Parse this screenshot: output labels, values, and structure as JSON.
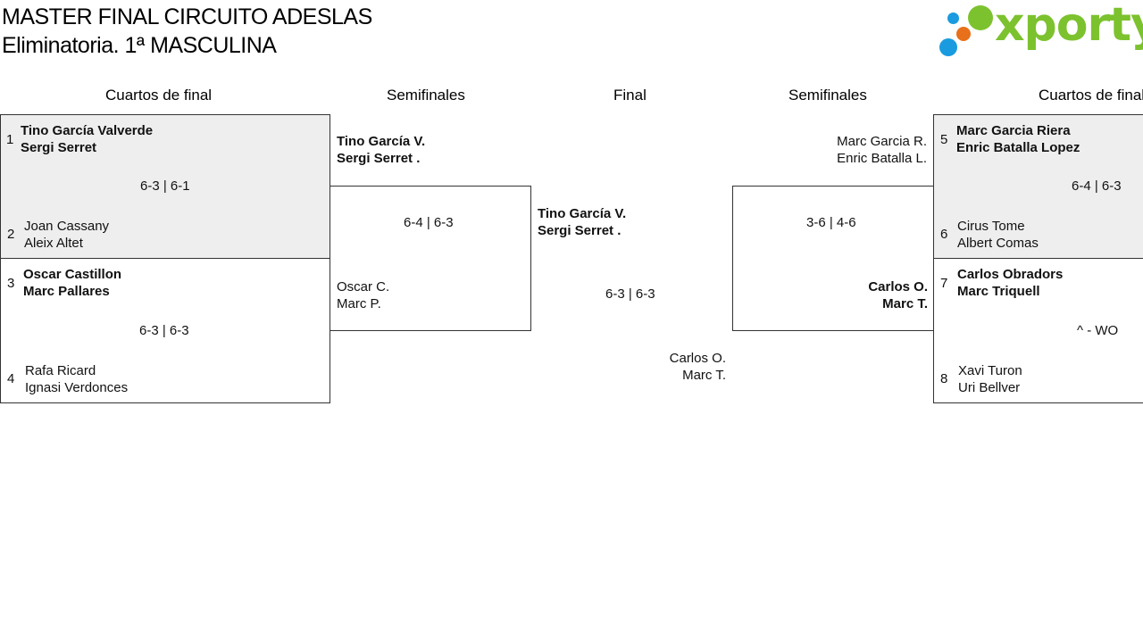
{
  "header": {
    "title_line1": "MASTER FINAL CIRCUITO ADESLAS",
    "title_line2": "Eliminatoria. 1ª MASCULINA",
    "logo_text": "xporty",
    "logo_colors": [
      "#7cc22e",
      "#1a9be0",
      "#e8701a"
    ]
  },
  "rounds": {
    "qf_left": "Cuartos de final",
    "sf_left": "Semifinales",
    "final": "Final",
    "sf_right": "Semifinales",
    "qf_right": "Cuartos de final"
  },
  "qf_left": [
    {
      "seed_a": "1",
      "a1": "Tino García Valverde",
      "a2": "Sergi Serret",
      "score": "6-3 | 6-1",
      "seed_b": "2",
      "b1": "Joan Cassany",
      "b2": "Aleix Altet"
    },
    {
      "seed_a": "3",
      "a1": "Oscar Castillon",
      "a2": "Marc Pallares",
      "score": "6-3 | 6-3",
      "seed_b": "4",
      "b1": "Rafa Ricard",
      "b2": "Ignasi Verdonces"
    }
  ],
  "sf_left": {
    "a1": "Tino García V.",
    "a2": "Sergi Serret .",
    "score": "6-4 | 6-3",
    "b1": "Oscar C.",
    "b2": "Marc P."
  },
  "final": {
    "a1": "Tino García V.",
    "a2": "Sergi Serret .",
    "score": "6-3 | 6-3",
    "b1": "Carlos O.",
    "b2": "Marc T."
  },
  "sf_right": {
    "a1": "Marc Garcia R.",
    "a2": "Enric Batalla L.",
    "score": "3-6 | 4-6",
    "b1": "Carlos O.",
    "b2": "Marc T."
  },
  "qf_right": [
    {
      "seed_a": "5",
      "a1": "Marc Garcia Riera",
      "a2": "Enric Batalla Lopez",
      "score": "6-4 | 6-3",
      "seed_b": "6",
      "b1": "Cirus Tome",
      "b2": "Albert Comas"
    },
    {
      "seed_a": "7",
      "a1": "Carlos Obradors",
      "a2": "Marc Triquell",
      "score": "^ - WO",
      "seed_b": "8",
      "b1": "Xavi Turon",
      "b2": "Uri Bellver"
    }
  ]
}
